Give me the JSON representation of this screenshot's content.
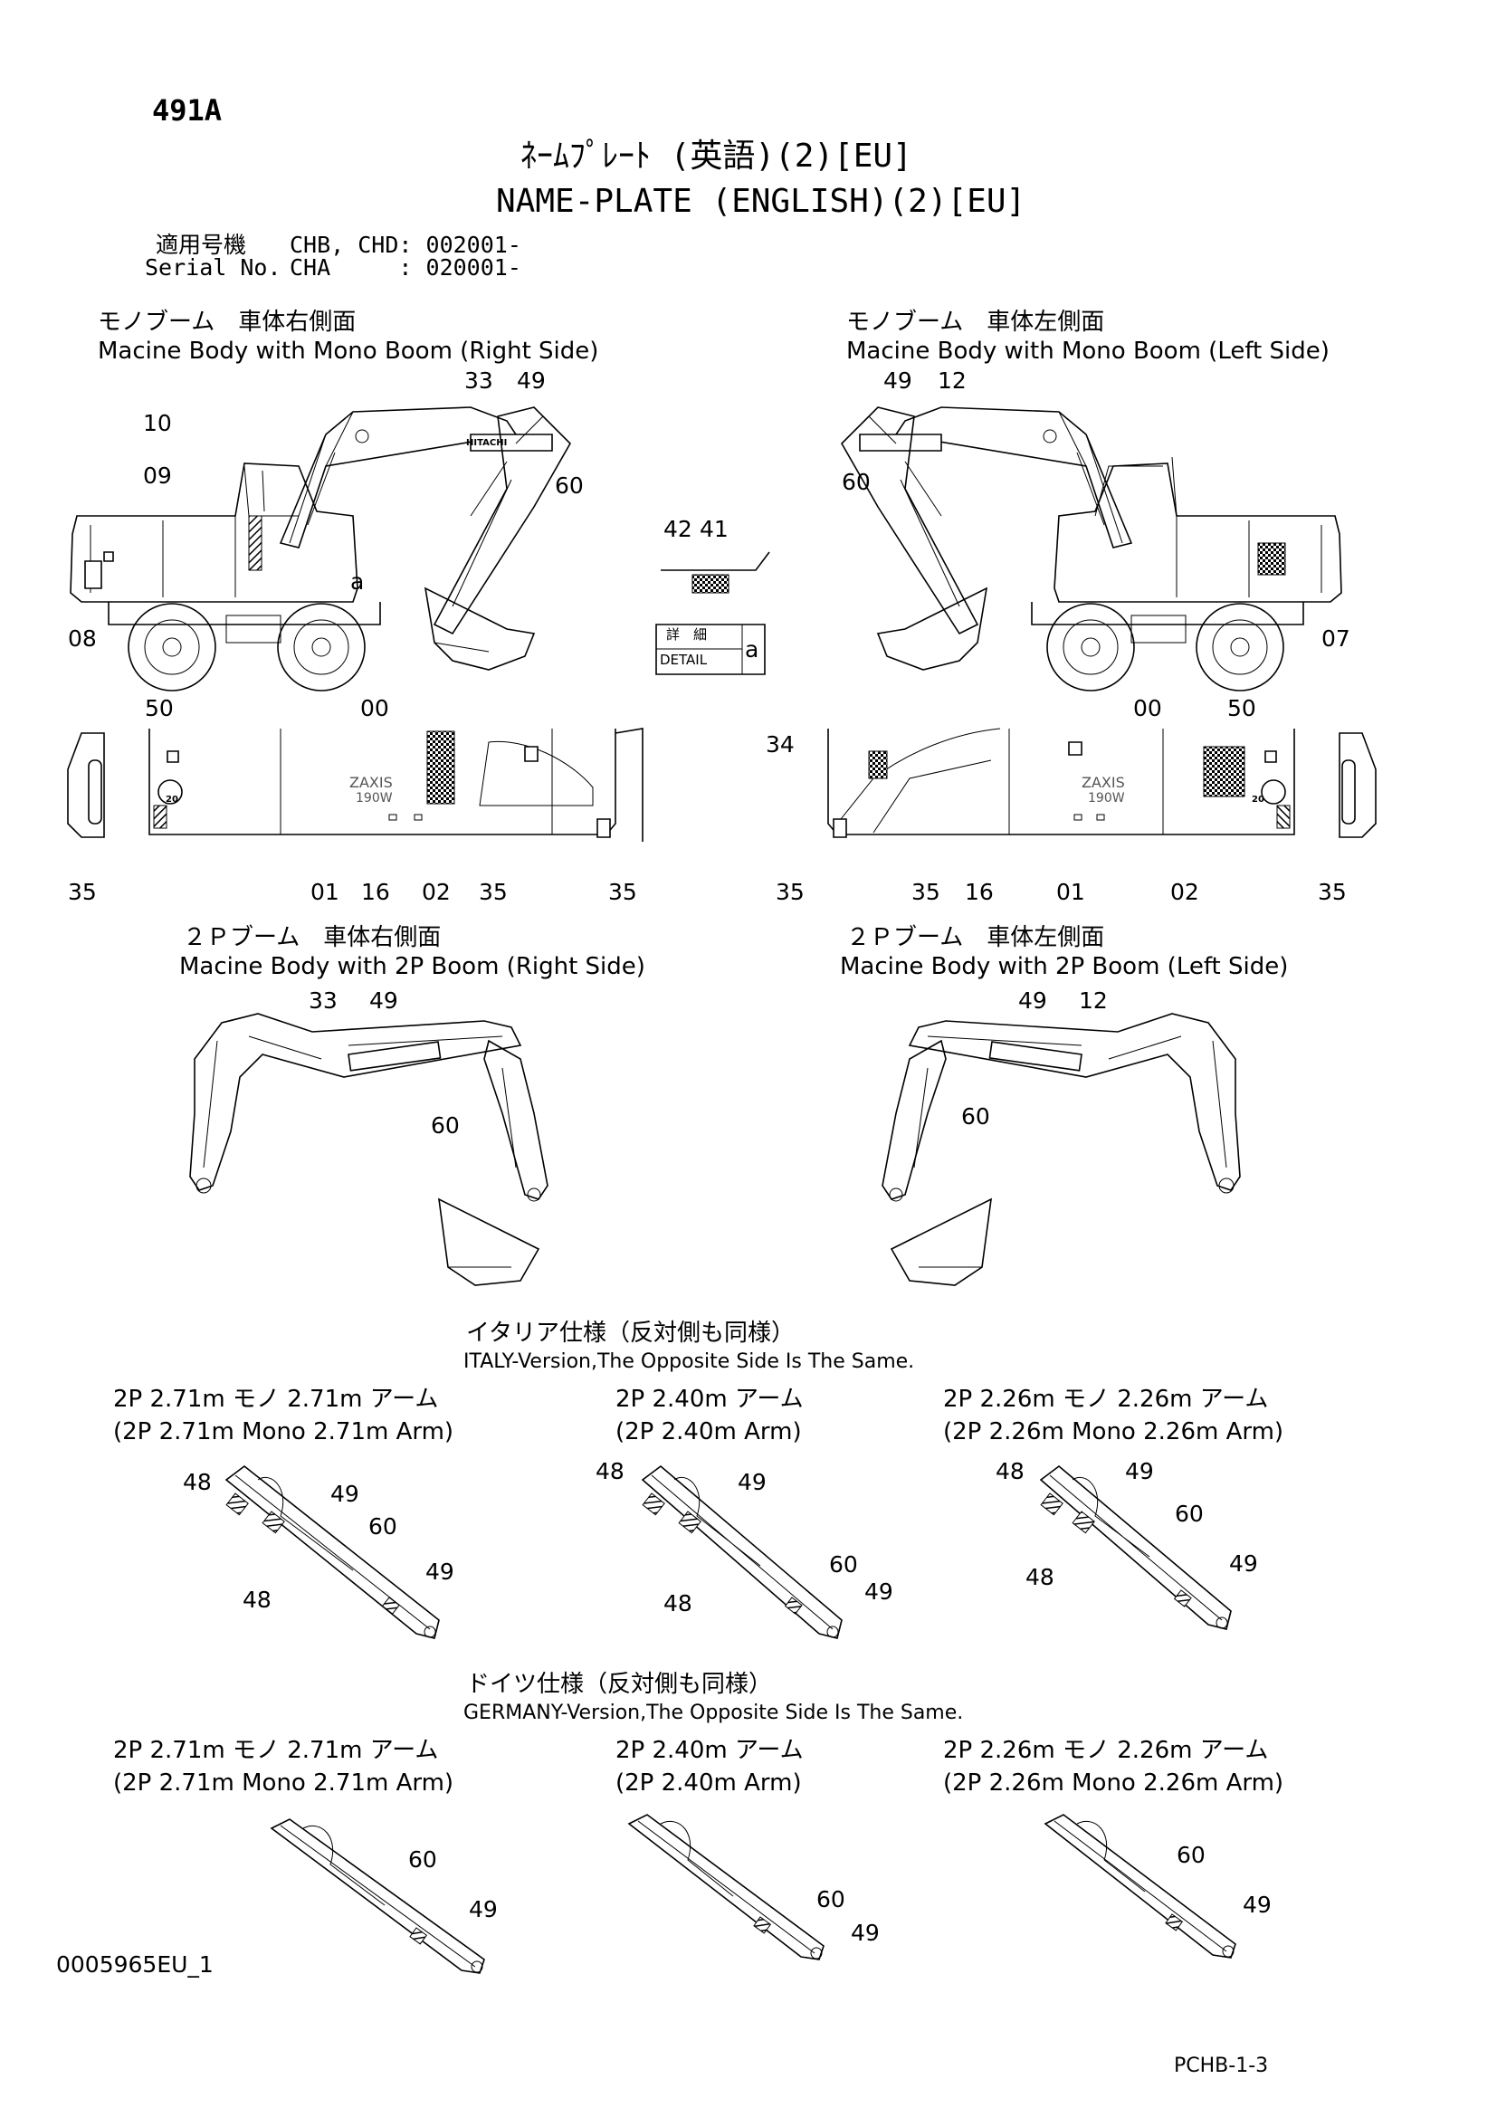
{
  "doc_id": "491A",
  "title_jp": "ﾈｰﾑﾌﾟﾚｰﾄ (英語)(2)[EU]",
  "title_en": "NAME-PLATE (ENGLISH)(2)[EU]",
  "applicability": {
    "line1_label": "適用号機",
    "line1_value": "CHB, CHD: 002001-",
    "line2_label": "Serial No.",
    "line2_value": "CHA     : 020001-"
  },
  "views": {
    "mono_right": {
      "title_jp": "モノブーム　車体右側面",
      "title_en": "Macine Body with Mono Boom (Right Side)"
    },
    "mono_left": {
      "title_jp": "モノブーム　車体左側面",
      "title_en": "Macine Body with Mono Boom (Left Side)"
    },
    "twop_right": {
      "title_jp": "２Ｐブーム　車体右側面",
      "title_en": "Macine Body with 2P Boom (Right Side)"
    },
    "twop_left": {
      "title_jp": "２Ｐブーム　車体左側面",
      "title_en": "Macine Body with 2P Boom (Left Side)"
    }
  },
  "detail": {
    "label_jp": "詳　細",
    "label_en": "DETAIL",
    "ref": "a"
  },
  "callouts": {
    "mr_33": "33",
    "mr_49": "49",
    "mr_10": "10",
    "mr_09": "09",
    "mr_60": "60",
    "mr_a": "a",
    "mr_08": "08",
    "det_42": "42",
    "det_41": "41",
    "ml_49": "49",
    "ml_12": "12",
    "ml_60": "60",
    "ml_07": "07",
    "ur_50": "50",
    "ur_00": "00",
    "ur_35a": "35",
    "ur_01": "01",
    "ur_16": "16",
    "ur_02": "02",
    "ur_35b": "35",
    "ur_35c": "35",
    "ul_34": "34",
    "ul_00": "00",
    "ul_50": "50",
    "ul_35a": "35",
    "ul_35b": "35",
    "ul_16": "16",
    "ul_01": "01",
    "ul_02": "02",
    "ul_35c": "35",
    "tr_33": "33",
    "tr_49": "49",
    "tr_60": "60",
    "tl_49": "49",
    "tl_12": "12",
    "tl_60": "60",
    "i1_48a": "48",
    "i1_49a": "49",
    "i1_60": "60",
    "i1_49b": "49",
    "i1_48b": "48",
    "i2_48a": "48",
    "i2_49a": "49",
    "i2_60": "60",
    "i2_49b": "49",
    "i2_48b": "48",
    "i3_48a": "48",
    "i3_49a": "49",
    "i3_60": "60",
    "i3_49b": "49",
    "i3_48b": "48",
    "g1_60": "60",
    "g1_49": "49",
    "g2_60": "60",
    "g2_49": "49",
    "g3_60": "60",
    "g3_49": "49"
  },
  "italy": {
    "title_jp": "イタリア仕様（反対側も同様）",
    "title_en": "ITALY-Version,The Opposite Side Is The Same."
  },
  "germany": {
    "title_jp": "ドイツ仕様（反対側も同様）",
    "title_en": "GERMANY-Version,The Opposite Side Is The Same."
  },
  "arm_variants": [
    {
      "jp": "2P 2.71m モノ 2.71m アーム",
      "en": "(2P 2.71m Mono 2.71m Arm)"
    },
    {
      "jp": "2P 2.40m アーム",
      "en": "(2P 2.40m Arm)"
    },
    {
      "jp": "2P 2.26m モノ 2.26m アーム",
      "en": "(2P 2.26m Mono 2.26m Arm)"
    }
  ],
  "decals": {
    "brand": "HITACHI",
    "model_line1": "ZAXIS",
    "model_line2": "190W",
    "speed": "20"
  },
  "part_code": "0005965EU_1",
  "page_ref": "PCHB-1-3"
}
